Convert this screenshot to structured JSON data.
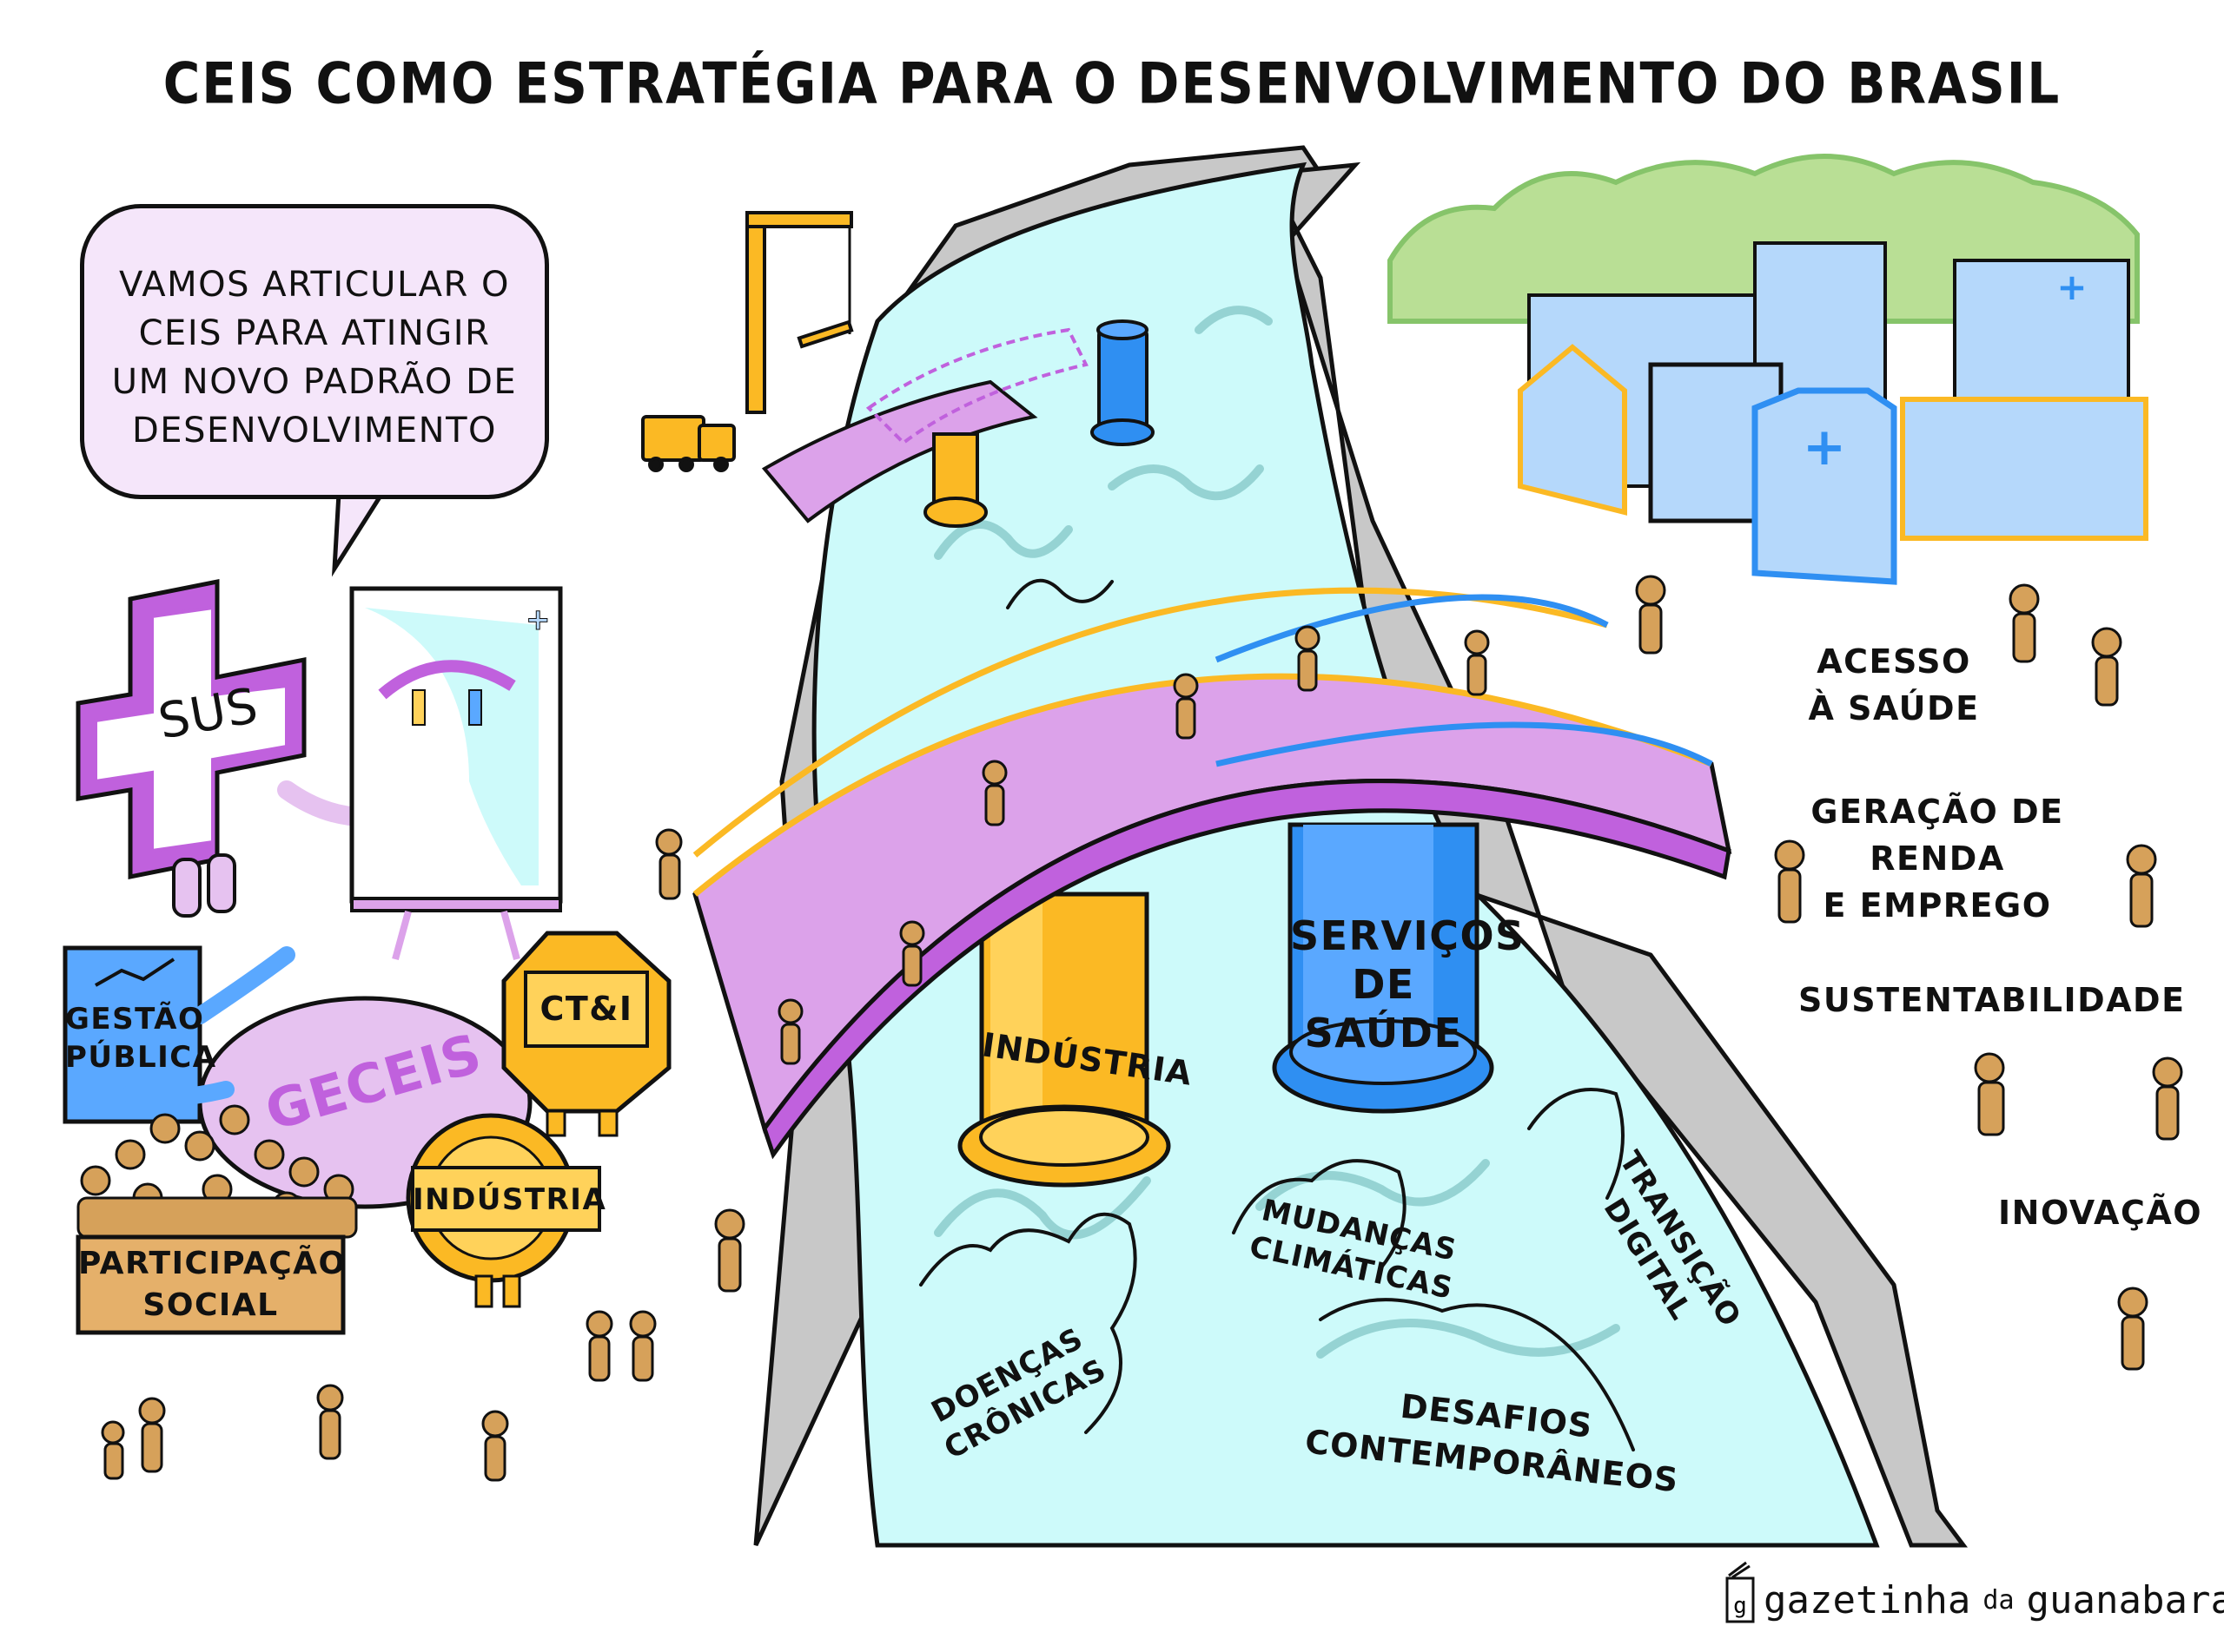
{
  "title": "CEIS COMO ESTRATÉGIA PARA O DESENVOLVIMENTO DO BRASIL",
  "speech_bubble": {
    "lines": [
      "VAMOS ARTICULAR O",
      "CEIS PARA ATINGIR",
      "UM NOVO PADRÃO DE",
      "DESENVOLVIMENTO"
    ]
  },
  "sus_character": {
    "label": "SUS"
  },
  "geceis_group": {
    "table_label": "GECEIS",
    "gestao_publica": [
      "GESTÃO",
      "PÚBLICA"
    ],
    "ctei": "CT&I",
    "industria": "INDÚSTRIA",
    "participacao_social": [
      "PARTICIPAÇÃO",
      "SOCIAL"
    ]
  },
  "bridge": {
    "pillar_left": "INDÚSTRIA",
    "pillar_right": [
      "SERVIÇOS",
      "DE",
      "SAÚDE"
    ]
  },
  "challenges": {
    "doencas": [
      "DOENÇAS",
      "CRÔNICAS"
    ],
    "mudancas": [
      "MUDANÇAS",
      "CLIMÁTICAS"
    ],
    "transicao": [
      "TRANSIÇÃO",
      "DIGITAL"
    ],
    "desafios": [
      "DESAFIOS",
      "CONTEMPORÂNEOS"
    ]
  },
  "outcomes": {
    "acesso": [
      "ACESSO",
      "À SAÚDE"
    ],
    "geracao": [
      "GERAÇÃO DE RENDA",
      "E EMPREGO"
    ],
    "sustentabilidade": "SUSTENTABILIDADE",
    "inovacao": "INOVAÇÃO"
  },
  "brand": {
    "name_part1": "gazetinha",
    "name_part2": "da",
    "name_part3": "guanabara"
  },
  "colors": {
    "purple": "#c061dd",
    "light_purple": "#e6c2f0",
    "blue": "#2f8ff2",
    "light_blue": "#b5d8fb",
    "yellow": "#fbb924",
    "light_yellow": "#ffd25a",
    "water": "#cdfafa",
    "water_dark": "#95d3d3",
    "rock": "#c8c8c8",
    "person": "#d6a15a",
    "tree": "#b9df95"
  }
}
